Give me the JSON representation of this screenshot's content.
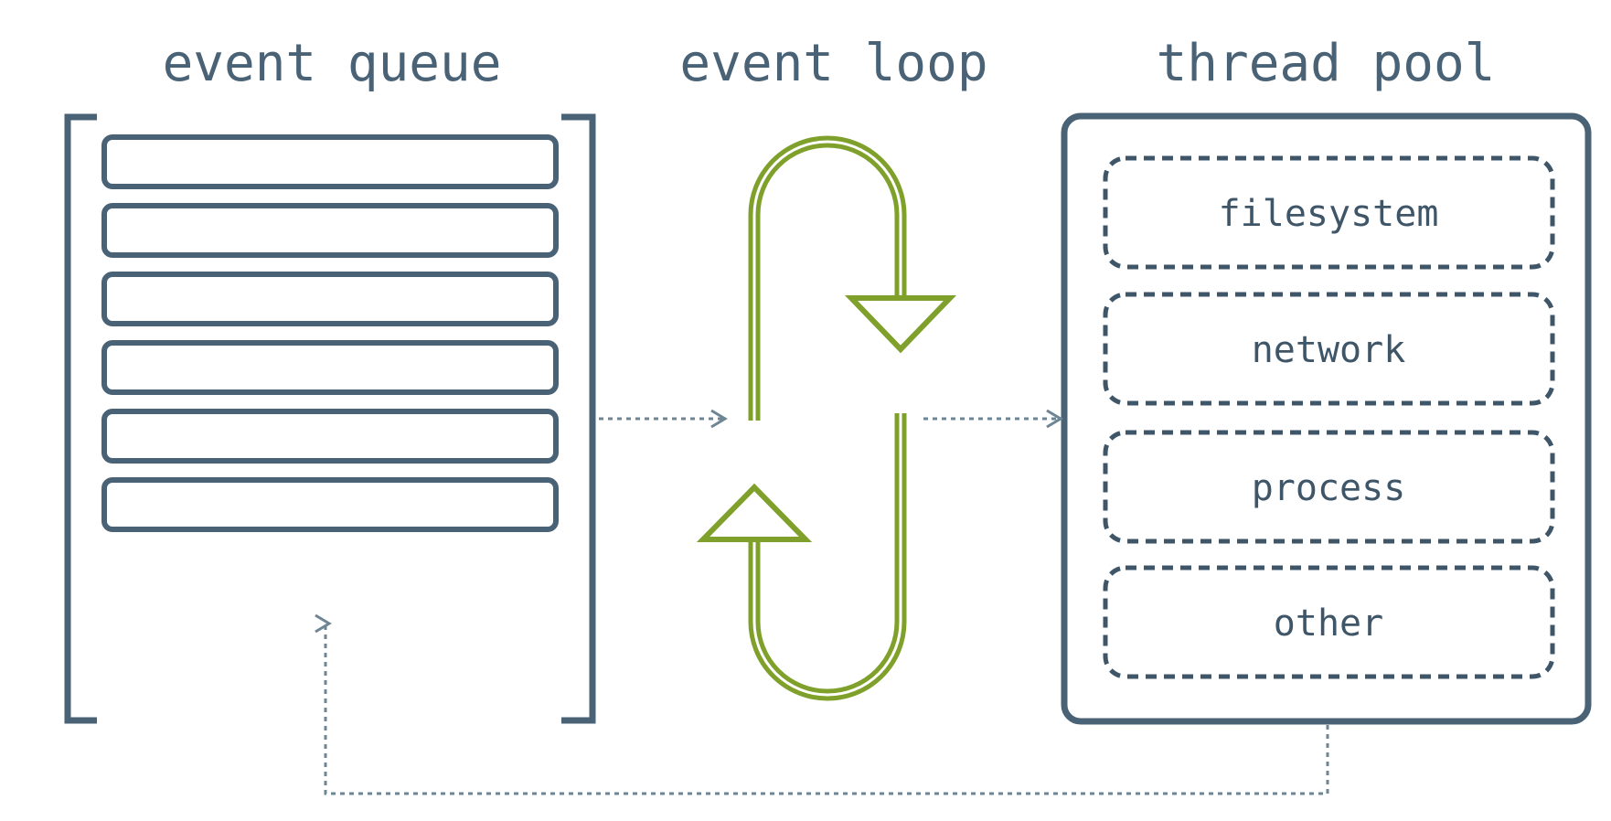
{
  "diagram": {
    "event_queue": {
      "title": "event queue",
      "slots": 6
    },
    "event_loop": {
      "title": "event loop"
    },
    "thread_pool": {
      "title": "thread pool",
      "workers": [
        "filesystem",
        "network",
        "process",
        "other"
      ]
    },
    "colors": {
      "outline": "#4a6275",
      "loop": "#7fa02a",
      "connector": "#6e8594",
      "background": "#ffffff"
    }
  }
}
